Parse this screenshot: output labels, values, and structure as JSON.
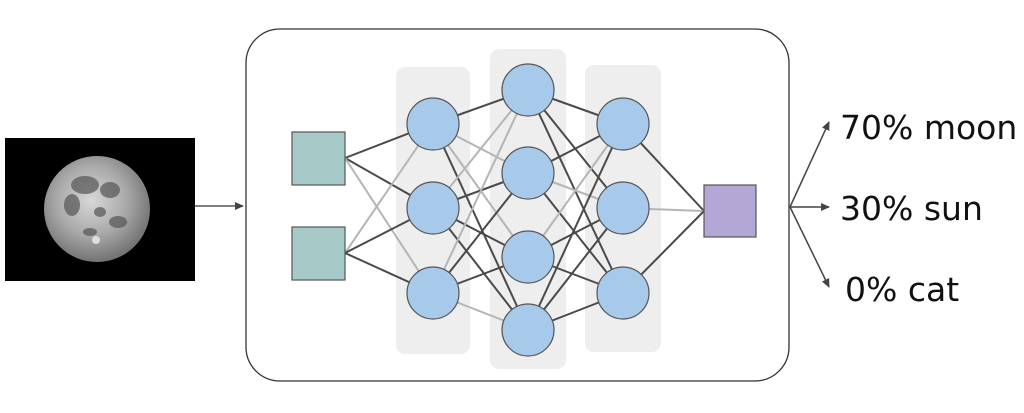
{
  "diagram": {
    "input": {
      "image_subject": "moon-photo"
    },
    "network": {
      "layers": [
        {
          "kind": "input",
          "nodes": 2
        },
        {
          "kind": "hidden",
          "nodes": 3
        },
        {
          "kind": "hidden",
          "nodes": 4
        },
        {
          "kind": "hidden",
          "nodes": 3
        },
        {
          "kind": "output",
          "nodes": 1
        }
      ],
      "colors": {
        "input_node": "#a7cac8",
        "hidden_node": "#a7c9ea",
        "output_node": "#b3a8d5",
        "layer_band": "#eeeeee",
        "edge_dark": "#4a4a4a",
        "edge_light": "#b5b5b5"
      }
    },
    "predictions": [
      {
        "label": "70% moon"
      },
      {
        "label": "30% sun"
      },
      {
        "label": "0% cat"
      }
    ]
  }
}
